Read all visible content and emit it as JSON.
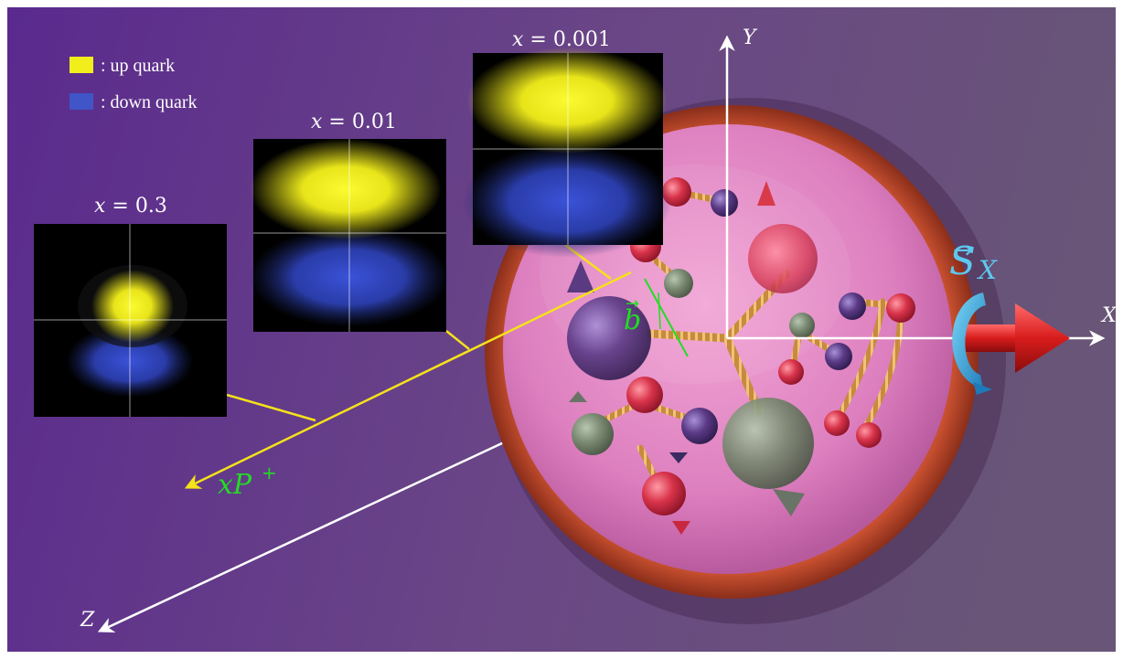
{
  "legend": {
    "items": [
      {
        "label": ": up quark",
        "color": "#f2ee1c"
      },
      {
        "label": ": down quark",
        "color": "#3f55c8"
      }
    ]
  },
  "panels": [
    {
      "label_var": "x",
      "label_eq": " = ",
      "label_val": "0.3"
    },
    {
      "label_var": "x",
      "label_eq": " = ",
      "label_val": "0.01"
    },
    {
      "label_var": "x",
      "label_eq": " = ",
      "label_val": "0.001"
    }
  ],
  "axes": {
    "x": "X",
    "y": "Y",
    "z": "Z"
  },
  "labels": {
    "momentum_var": "xP",
    "momentum_sup": "+",
    "impact_vec": "b",
    "spin_vec": "S",
    "spin_sub": "X"
  },
  "colors": {
    "background_left": "#5a2a90",
    "background_right": "#655075",
    "up_quark": "#f2ee1c",
    "down_quark": "#3f55c8",
    "momentum": "#f5e21a",
    "impact": "#22dd22",
    "spin": "#5ec8ee",
    "axis": "#ffffff"
  }
}
